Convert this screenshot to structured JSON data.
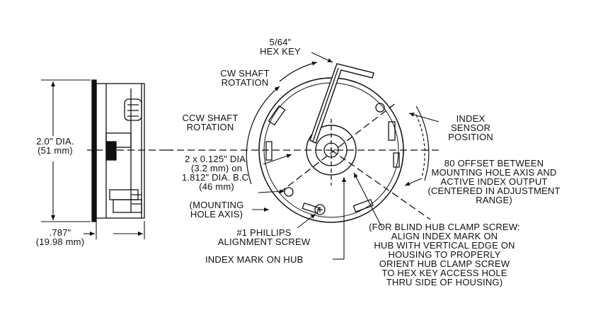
{
  "hex_key": {
    "size": "5/64\"",
    "name": "HEX KEY"
  },
  "cw_rotation": {
    "line1": "CW SHAFT",
    "line2": "ROTATION"
  },
  "ccw_rotation": {
    "line1": "CCW SHAFT",
    "line2": "ROTATION"
  },
  "index_sensor": {
    "line1": "INDEX",
    "line2": "SENSOR",
    "line3": "POSITION"
  },
  "diameter": {
    "inches": "2.0\" DIA.",
    "mm": "(51 mm)"
  },
  "depth": {
    "inches": ".787\"",
    "mm": "(19.98 mm)"
  },
  "mounting_holes": {
    "line1": "2 x 0.125\" DIA.",
    "line2": "(3.2 mm) on",
    "line3": "1.812\" DIA. B.C.",
    "line4": "(46 mm)"
  },
  "mounting_axis": {
    "line1": "(MOUNTING",
    "line2": "HOLE AXIS)"
  },
  "offset": {
    "line1": "80   OFFSET BETWEEN",
    "line2": "MOUNTING HOLE AXIS AND",
    "line3": "ACTIVE INDEX OUTPUT",
    "line4": "(CENTERED IN ADJUSTMENT",
    "line5": "RANGE)"
  },
  "phillips": {
    "line1": "#1 PHILLIPS",
    "line2": "ALIGNMENT SCREW"
  },
  "index_mark": "INDEX MARK ON HUB",
  "blind_hub": {
    "line1": "(FOR BLIND HUB CLAMP SCREW:",
    "line2": "ALIGN INDEX MARK ON",
    "line3": "HUB WITH VERTICAL EDGE ON",
    "line4": "HOUSING TO PROPERLY",
    "line5": "ORIENT HUB CLAMP SCREW",
    "line6": "TO HEX KEY ACCESS HOLE",
    "line7": "THRU SIDE OF HOUSING)"
  }
}
